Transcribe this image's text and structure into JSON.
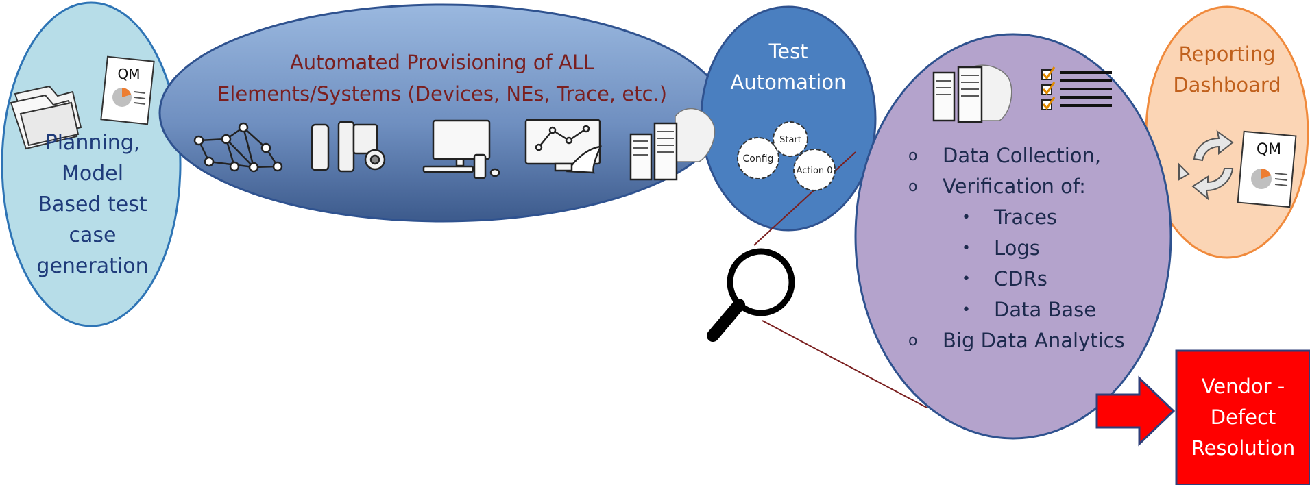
{
  "planning": {
    "lines": [
      "Planning,",
      "Model",
      "Based test",
      "case",
      "generation"
    ],
    "qm_label": "QM"
  },
  "provisioning": {
    "title_line1": "Automated Provisioning of ALL",
    "title_line2": "Elements/Systems (Devices, NEs, Trace, etc.)",
    "icons": [
      "network-graph-icon",
      "mobile-devices-icon",
      "desktop-computer-icon",
      "monitor-network-icon",
      "server-rack-icon"
    ]
  },
  "test_automation": {
    "line1": "Test",
    "line2": "Automation",
    "gears": [
      "Config",
      "Start",
      "Action 0"
    ]
  },
  "data_collection": {
    "items": [
      {
        "bullet": "o",
        "text": "Data Collection,",
        "level": 1
      },
      {
        "bullet": "o",
        "text": "Verification of:",
        "level": 1
      },
      {
        "bullet": "•",
        "text": "Traces",
        "level": 2
      },
      {
        "bullet": "•",
        "text": "Logs",
        "level": 2
      },
      {
        "bullet": "•",
        "text": "CDRs",
        "level": 2
      },
      {
        "bullet": "•",
        "text": "Data Base",
        "level": 2
      },
      {
        "bullet": "o",
        "text": "Big Data Analytics",
        "level": 1
      }
    ]
  },
  "reporting": {
    "line1": "Reporting",
    "line2": "Dashboard",
    "qm_label": "QM"
  },
  "vendor": {
    "lines": [
      "Vendor -",
      "Defect",
      "Resolution"
    ]
  },
  "colors": {
    "planning_fill": "#b7dde8",
    "planning_stroke": "#2e74b5",
    "provisioning_fill_top": "#8eaed8",
    "provisioning_fill_bottom": "#3f5d8e",
    "test_fill": "#4a7fc0",
    "data_fill": "#b4a3cc",
    "reporting_fill": "#fbd5b5",
    "reporting_stroke": "#f08a3c",
    "vendor_fill": "#ff0000",
    "vendor_stroke": "#2f3f7a",
    "arrow_fill": "#ff0000"
  }
}
